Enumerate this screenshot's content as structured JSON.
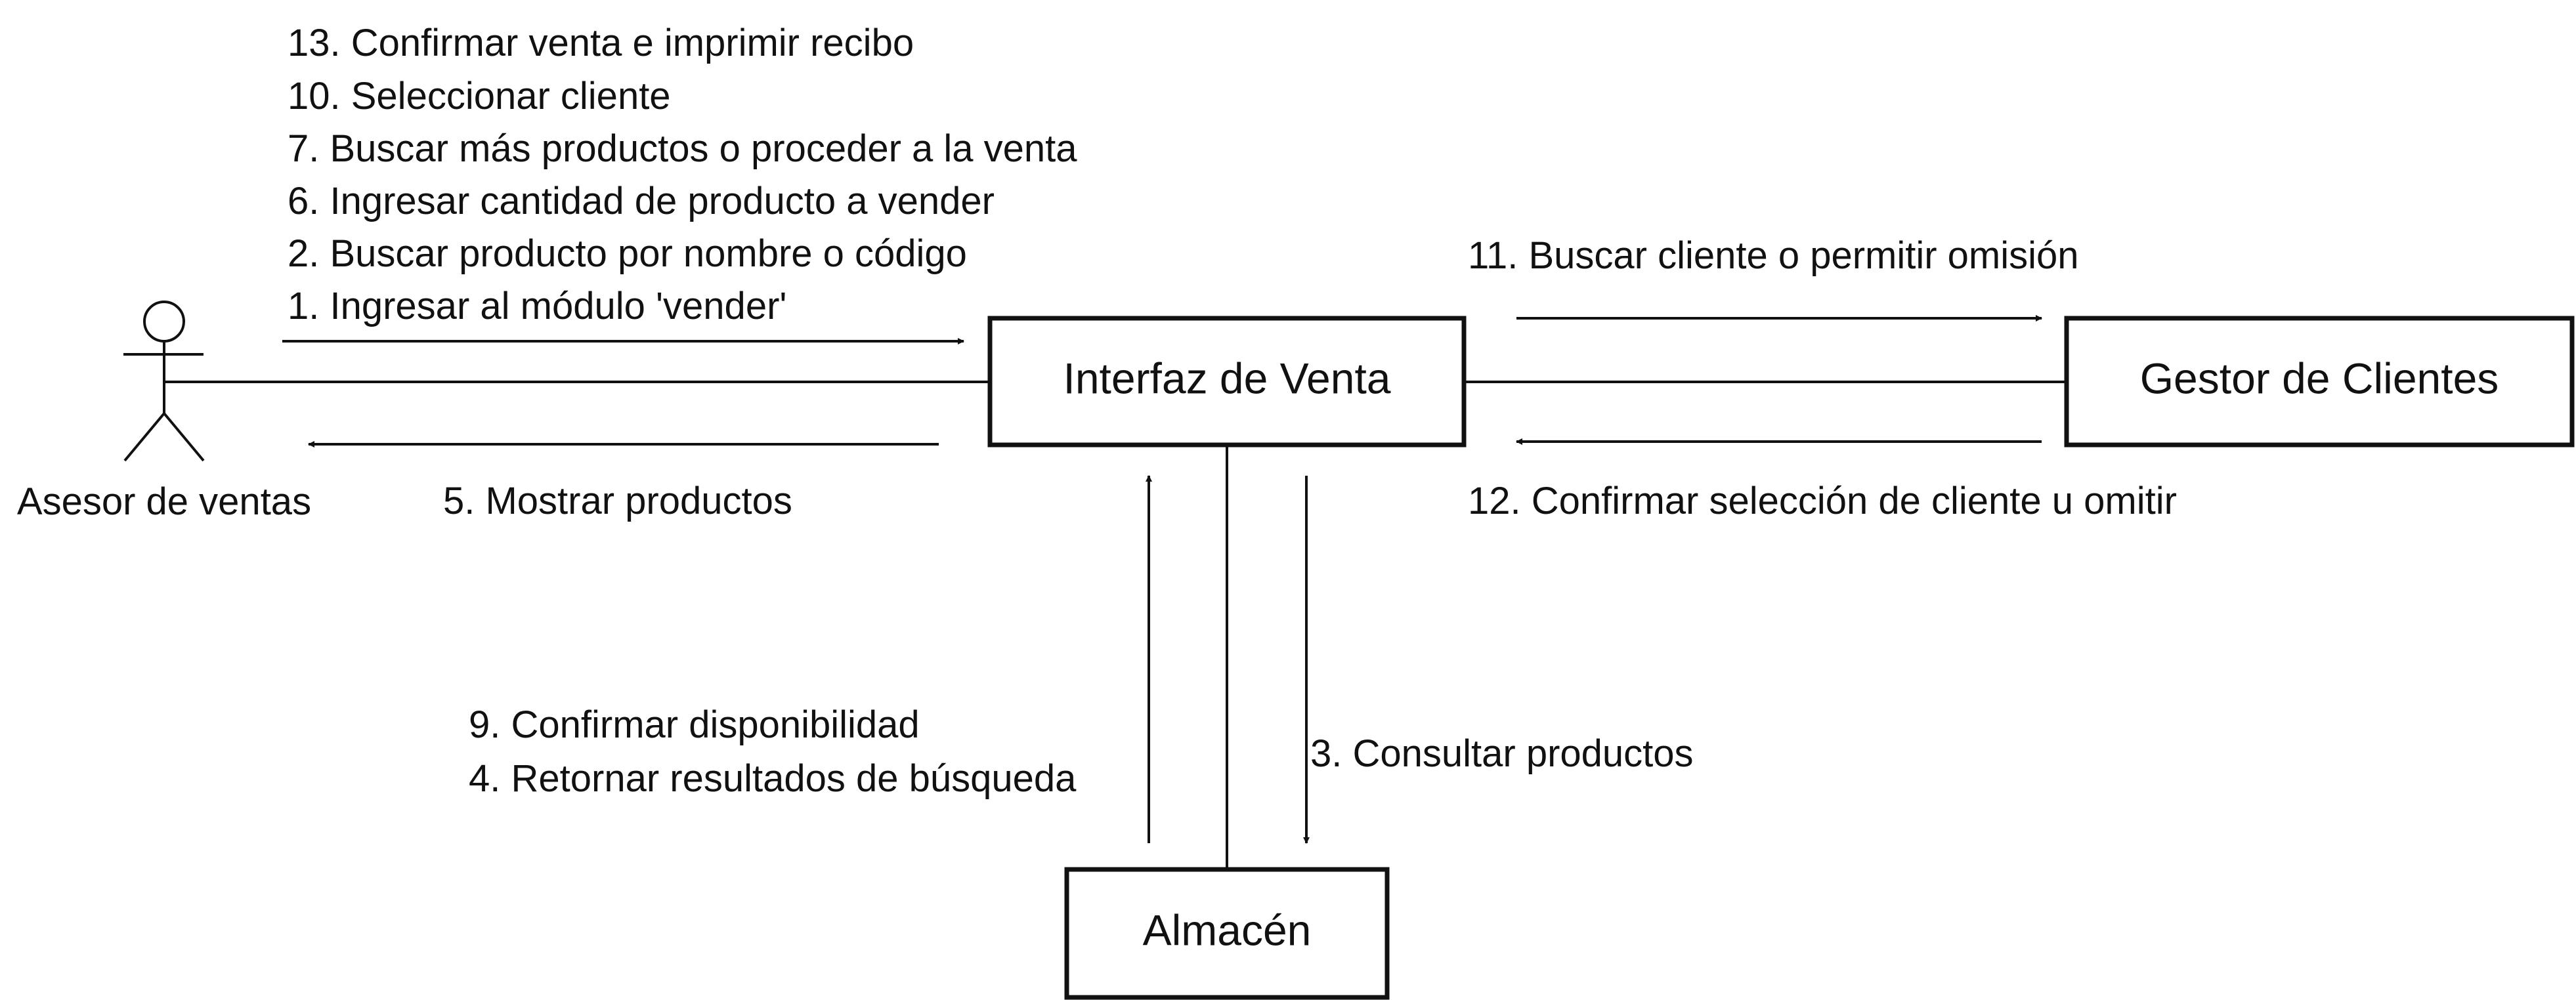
{
  "actor": {
    "name": "Asesor de ventas"
  },
  "objects": {
    "sale_ui": "Interfaz de Venta",
    "client_manager": "Gestor de Clientes",
    "warehouse": "Almacén"
  },
  "messages": {
    "actor_to_ui": [
      "13. Confirmar venta e imprimir recibo",
      "10. Seleccionar cliente",
      "7. Buscar más productos o proceder a la venta",
      "6. Ingresar cantidad de producto a vender",
      "2. Buscar producto por nombre o código",
      "1. Ingresar al módulo 'vender'"
    ],
    "ui_to_actor": [
      "5. Mostrar productos"
    ],
    "ui_to_clients": [
      "11. Buscar cliente o permitir omisión"
    ],
    "clients_to_ui": [
      "12. Confirmar selección de cliente u omitir"
    ],
    "warehouse_to_ui": [
      "9. Confirmar disponibilidad",
      "4. Retornar resultados de búsqueda"
    ],
    "ui_to_warehouse": [
      "3. Consultar productos"
    ]
  },
  "colors": {
    "stroke": "#111111",
    "background": "#ffffff"
  }
}
